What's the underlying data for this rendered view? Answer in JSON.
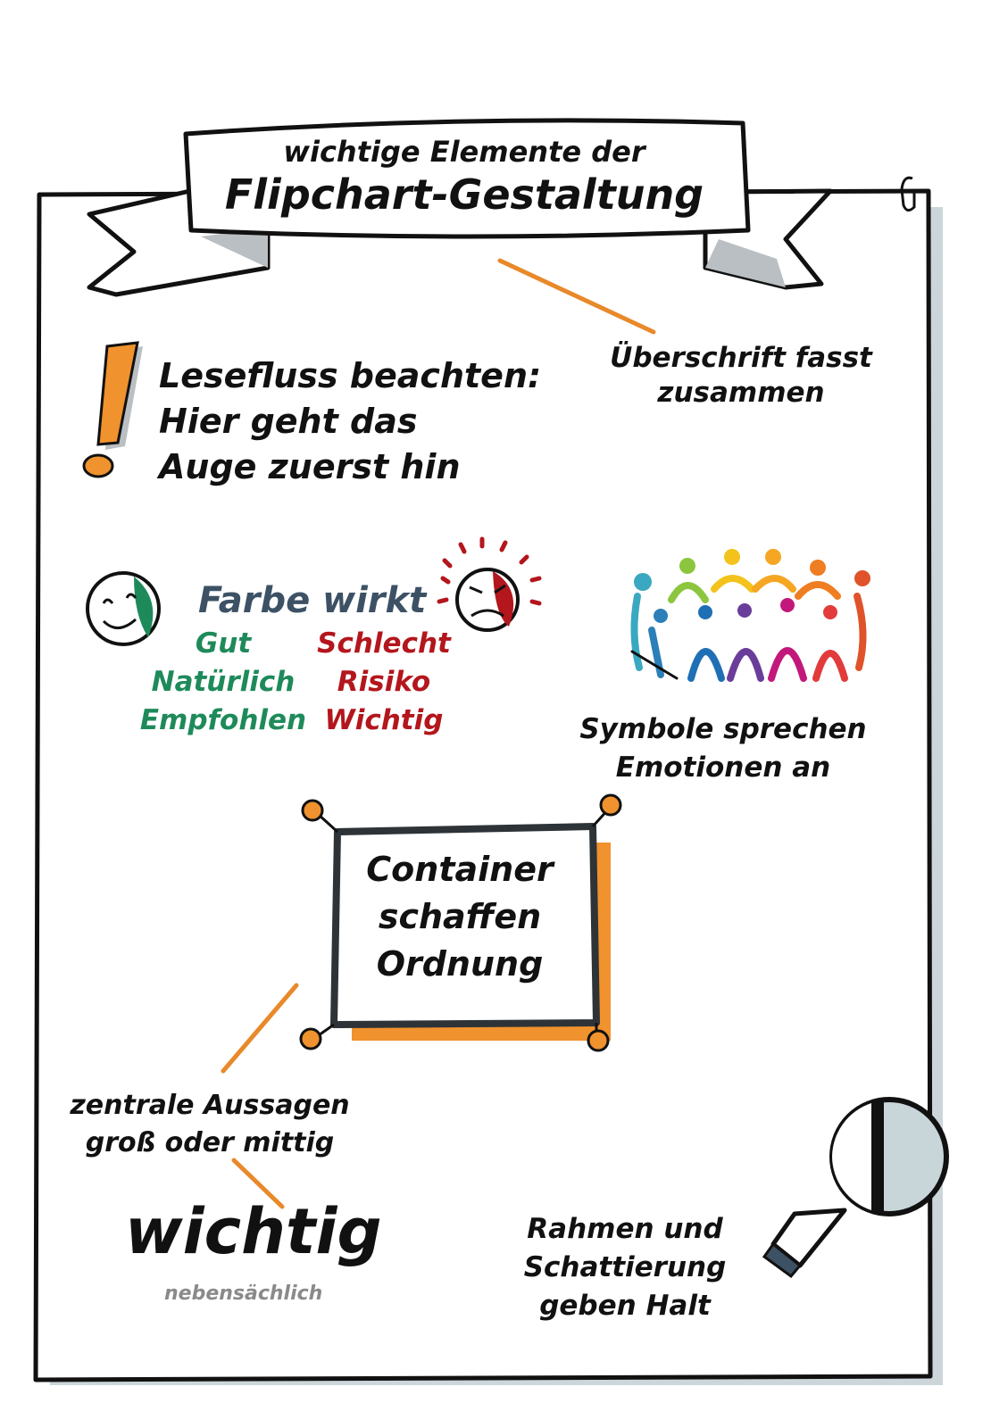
{
  "banner": {
    "line1": "wichtige Elemente der",
    "line2": "Flipchart-Gestaltung"
  },
  "headline_note": {
    "line1": "Überschrift fasst",
    "line2": "zusammen"
  },
  "reading_flow": {
    "line1": "Lesefluss beachten:",
    "line2": "Hier geht das",
    "line3": "Auge zuerst hin"
  },
  "color_section": {
    "title": "Farbe wirkt",
    "good": [
      "Gut",
      "Natürlich",
      "Empfohlen"
    ],
    "bad": [
      "Schlecht",
      "Risiko",
      "Wichtig"
    ],
    "colors": {
      "title": "#3d5165",
      "good": "#1e8a5a",
      "bad": "#b3161c",
      "accent": "#f0922d"
    }
  },
  "symbols_note": {
    "line1": "Symbole sprechen",
    "line2": "Emotionen an"
  },
  "container_box": {
    "line1": "Container",
    "line2": "schaffen",
    "line3": "Ordnung"
  },
  "central_note": {
    "line1": "zentrale Aussagen",
    "line2": "groß oder mittig"
  },
  "important_word": "wichtig",
  "minor_word": "nebensächlich",
  "frame_note": {
    "line1": "Rahmen und",
    "line2": "Schattierung",
    "line3": "geben Halt"
  }
}
